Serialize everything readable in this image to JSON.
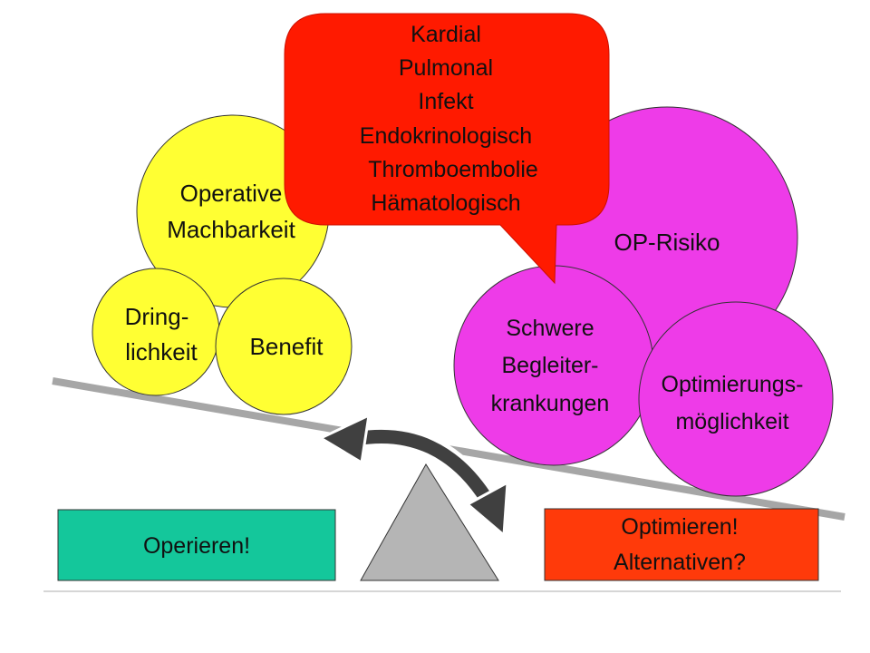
{
  "colors": {
    "yellow": "#ffff33",
    "magenta": "#ee3be8",
    "green": "#14c79b",
    "red_box": "#ff3a0a",
    "bubble": "#ff1a00",
    "beam": "#a6a6a6",
    "fulcrum": "#b5b5b5",
    "arrow": "#404040"
  },
  "left_circles": {
    "machbarkeit": {
      "line1": "Operative",
      "line2": "Machbarkeit"
    },
    "dringlichkeit": {
      "line1": "Dring-",
      "line2": "lichkeit"
    },
    "benefit": {
      "line1": "Benefit"
    }
  },
  "right_circles": {
    "op_risiko": {
      "line1": "OP-Risiko"
    },
    "begleiterkrankungen": {
      "line1": "Schwere",
      "line2": "Begleiter-",
      "line3": "krankungen"
    },
    "optimierung": {
      "line1": "Optimierungs-",
      "line2": "möglichkeit"
    }
  },
  "bubble": {
    "items": [
      "Kardial",
      "Pulmonal",
      "Infekt",
      "Endokrinologisch",
      "Thromboembolie",
      "Hämatologisch"
    ]
  },
  "boxes": {
    "left": {
      "line1": "Operieren!"
    },
    "right": {
      "line1": "Optimieren!",
      "line2": "Alternativen?"
    }
  }
}
